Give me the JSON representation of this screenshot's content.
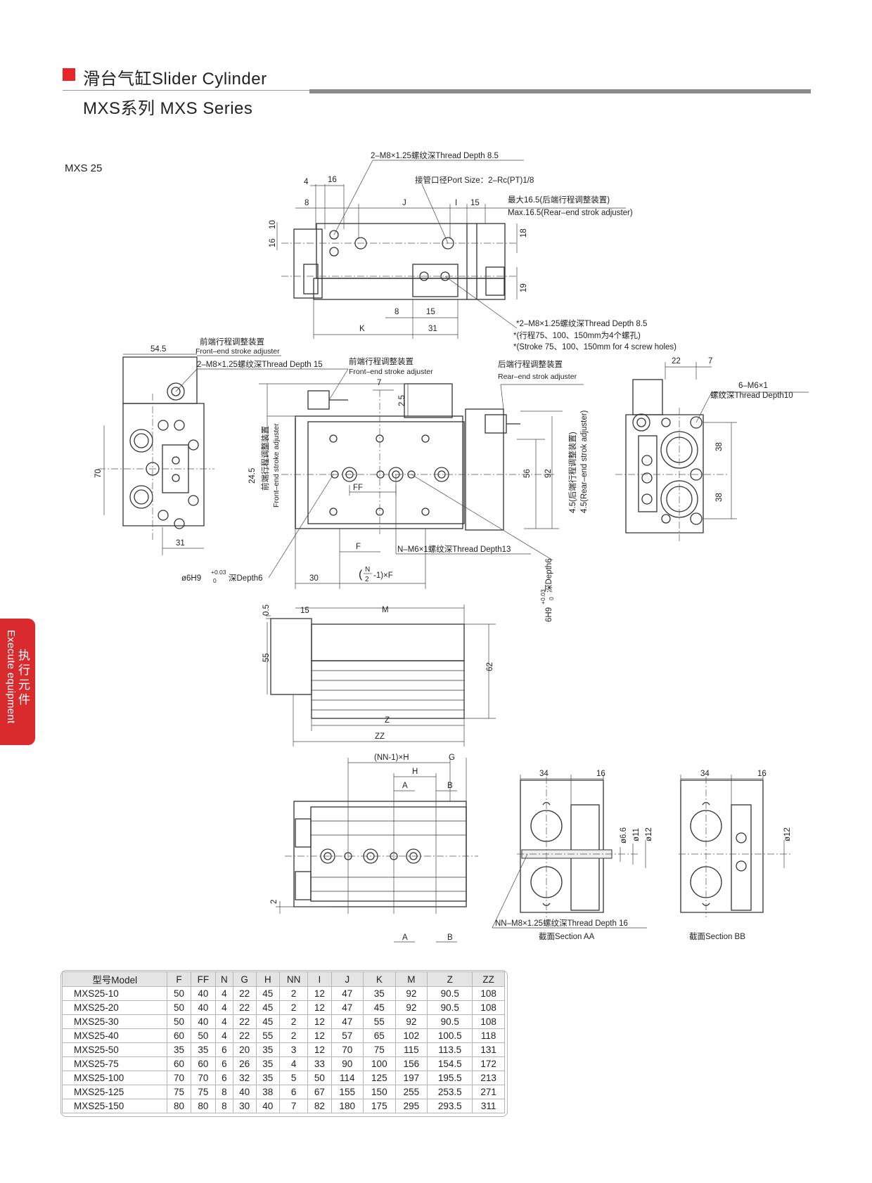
{
  "header": {
    "title": "滑台气缸Slider Cylinder",
    "subtitle": "MXS系列 MXS Series",
    "accent_color": "#e8262a"
  },
  "side_tab": {
    "cn": "执行元件",
    "en": "Execute equipment",
    "color": "#d92b2e"
  },
  "model_label": "MXS 25",
  "callouts": {
    "thread_top": "2–M8×1.25螺纹深Thread Depth 8.5",
    "port_size": "接管口径Port Size：2–Rc(PT)1/8",
    "max_rear_cn": "最大16.5(后端行程调整装置)",
    "max_rear_en": "Max.16.5(Rear–end strok adjuster)",
    "thread_bottom": "*2–M8×1.25螺纹深Thread Depth 8.5",
    "stroke_cn": "*(行程75、100、150mm为4个螺孔)",
    "stroke_en": "*(Stroke 75、100、150mm for 4 screw holes)",
    "front_adj_cn": "前端行程调整装置",
    "front_adj_en": "Front–end stroke adjuster",
    "thread_15": "2–M8×1.25螺纹深Thread Depth 15",
    "front_adj2_cn": "前端行程调整装置",
    "front_adj2_en": "Front–end stroke adjuster",
    "rear_adj_cn": "后端行程调整装置",
    "rear_adj_en": "Rear–end strok adjuster",
    "m6_thread": "6–M6×1",
    "m6_depth": "螺纹深Thread Depth10",
    "front_vertical_cn": "前端行程调整装置",
    "front_vertical_en": "Front–end stroke adjuster",
    "rear_vertical_cn": "4.5(后端行程调整装置)",
    "rear_vertical_en": "4.5(Rear–end strok adjuster)",
    "n_m6": "N–M6×1螺纹深Thread Depth13",
    "bore_h9": "ø6H9",
    "bore_tol": "+0.03",
    "bore_tol0": "0",
    "bore_depth": "深Depth6",
    "h9_vertical": "6H9",
    "h9_vertical_depth": "深Depth6",
    "nn_m8": "NN–M8×1.25螺纹深Thread Depth 16",
    "section_aa": "截面Section AA",
    "section_bb": "截面Section BB",
    "formula_n": "N",
    "formula_2": "2",
    "formula_rest": "-1)×F",
    "formula_open": "(",
    "nn_h": "(NN-1)×H"
  },
  "dims": {
    "d4": "4",
    "d16a": "16",
    "d8a": "8",
    "dJ": "J",
    "dI": "I",
    "d15a": "15",
    "d16v": "16",
    "d10v": "10",
    "d18": "18",
    "d19": "19",
    "d8b": "8",
    "d15b": "15",
    "dK": "K",
    "d31a": "31",
    "d54_5": "54.5",
    "d70": "70",
    "d31b": "31",
    "d7a": "7",
    "d2_5": "2.5",
    "d24_5": "24.5",
    "dFF": "FF",
    "d56": "56",
    "d92": "92",
    "dF": "F",
    "d30": "30",
    "dF2": "F",
    "d22": "22",
    "d7b": "7",
    "d38a": "38",
    "d38b": "38",
    "d0_5": "0.5",
    "d15c": "15",
    "dM": "M",
    "d55": "55",
    "d62": "62",
    "dZ": "Z",
    "dZZ": "ZZ",
    "dG": "G",
    "dH": "H",
    "dA1": "A",
    "dB1": "B",
    "dA2": "A",
    "dB2": "B",
    "d2": "2",
    "d34a": "34",
    "d16b": "16",
    "d34b": "34",
    "d16c": "16",
    "d6_6": "ø6.6",
    "d11": "ø11",
    "d12a": "ø12",
    "d12b": "ø12"
  },
  "table": {
    "headers": [
      "型号Model",
      "F",
      "FF",
      "N",
      "G",
      "H",
      "NN",
      "I",
      "J",
      "K",
      "M",
      "Z",
      "ZZ"
    ],
    "rows": [
      [
        "MXS25-10",
        "50",
        "40",
        "4",
        "22",
        "45",
        "2",
        "12",
        "47",
        "35",
        "92",
        "90.5",
        "108"
      ],
      [
        "MXS25-20",
        "50",
        "40",
        "4",
        "22",
        "45",
        "2",
        "12",
        "47",
        "45",
        "92",
        "90.5",
        "108"
      ],
      [
        "MXS25-30",
        "50",
        "40",
        "4",
        "22",
        "45",
        "2",
        "12",
        "47",
        "55",
        "92",
        "90.5",
        "108"
      ],
      [
        "MXS25-40",
        "60",
        "50",
        "4",
        "22",
        "55",
        "2",
        "12",
        "57",
        "65",
        "102",
        "100.5",
        "118"
      ],
      [
        "MXS25-50",
        "35",
        "35",
        "6",
        "20",
        "35",
        "3",
        "12",
        "70",
        "75",
        "115",
        "113.5",
        "131"
      ],
      [
        "MXS25-75",
        "60",
        "60",
        "6",
        "26",
        "35",
        "4",
        "33",
        "90",
        "100",
        "156",
        "154.5",
        "172"
      ],
      [
        "MXS25-100",
        "70",
        "70",
        "6",
        "32",
        "35",
        "5",
        "50",
        "114",
        "125",
        "197",
        "195.5",
        "213"
      ],
      [
        "MXS25-125",
        "75",
        "75",
        "8",
        "40",
        "38",
        "6",
        "67",
        "155",
        "150",
        "255",
        "253.5",
        "271"
      ],
      [
        "MXS25-150",
        "80",
        "80",
        "8",
        "30",
        "40",
        "7",
        "82",
        "180",
        "175",
        "295",
        "293.5",
        "311"
      ]
    ]
  }
}
